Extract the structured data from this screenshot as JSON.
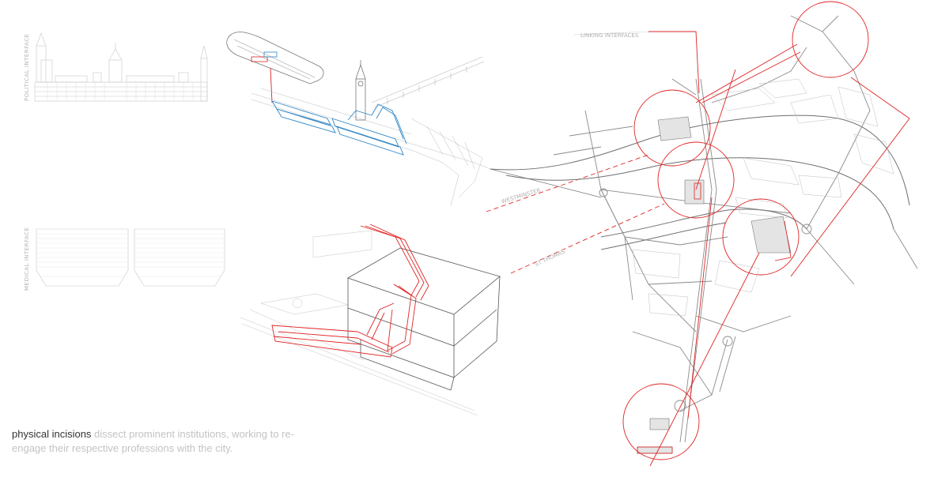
{
  "labels": {
    "political_interface": "POLITICAL INTERFACE",
    "medical_interface": "MEDICAL INTERFACE",
    "linking_interfaces": "LINKING INTERFACES",
    "westminster": "WESTMINSTER",
    "st_thomas": "ST THOMAS"
  },
  "caption": {
    "lead": "physical incisions",
    "rest": " dissect prominent institutions, working to re-engage their respective professions with the city."
  },
  "colors": {
    "accent_red": "#e02424",
    "accent_blue": "#2e86c8",
    "line_grey": "#8a8a8a",
    "light_grey": "#cfcfcf"
  }
}
